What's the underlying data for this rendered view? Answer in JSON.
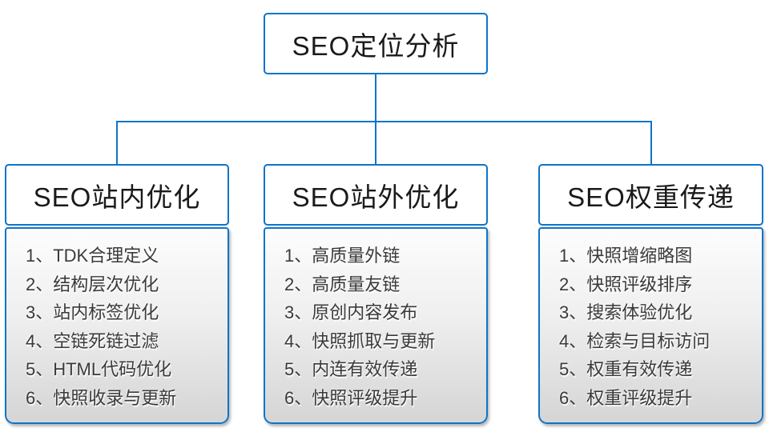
{
  "root": {
    "label": "SEO定位分析"
  },
  "branches": [
    {
      "title": "SEO站内优化",
      "items": [
        "1、TDK合理定义",
        "2、结构层次优化",
        "3、站内标签优化",
        "4、空链死链过滤",
        "5、HTML代码优化",
        "6、快照收录与更新"
      ]
    },
    {
      "title": "SEO站外优化",
      "items": [
        "1、高质量外链",
        "2、高质量友链",
        "3、原创内容发布",
        "4、快照抓取与更新",
        "5、内连有效传递",
        "6、快照评级提升"
      ]
    },
    {
      "title": "SEO权重传递",
      "items": [
        "1、快照增缩略图",
        "2、快照评级排序",
        "3、搜索体验优化",
        "4、检索与目标访问",
        "5、权重有效传递",
        "6、权重评级提升"
      ]
    }
  ],
  "colors": {
    "accent_border": "#0f74c8",
    "connector_line": "#0f74c8",
    "panel_gradient_top": "#fdfdfd",
    "panel_gradient_bottom": "#d5d5d5",
    "text": "#3a3a3a",
    "background": "#ffffff"
  }
}
